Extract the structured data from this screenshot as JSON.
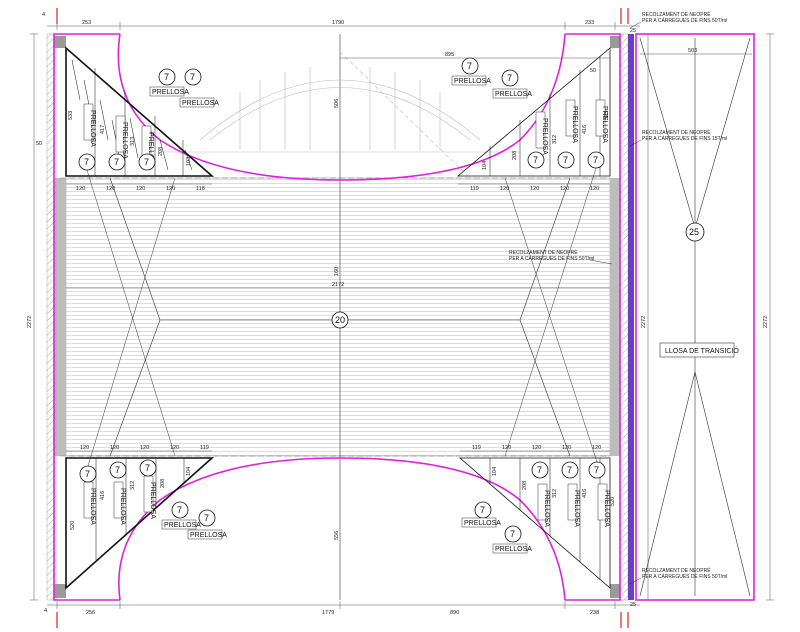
{
  "dimensions": {
    "top_left": "253",
    "top_mid": "1790",
    "top_right": "233",
    "top_span": "895",
    "bottom_left": "256",
    "bottom_mid": "1779",
    "bottom_span": "890",
    "bottom_right": "238",
    "left_height": "2272",
    "right_height_inner": "2272",
    "right_height_outer": "2272",
    "transition_width": "503",
    "center_width": "2172",
    "center_height": "160",
    "arc_top_depth": "506",
    "arc_bottom_depth": "556",
    "edge_50_left": "50",
    "edge_50_right": "50",
    "edge_4": "4",
    "edge_4_bottom": "4",
    "edge_25_top": "25",
    "edge_25_bottom": "25",
    "tl_row": [
      "120",
      "120",
      "120",
      "120",
      "118"
    ],
    "tr_row": [
      "119",
      "120",
      "120",
      "120",
      "120"
    ],
    "bl_row": [
      "120",
      "120",
      "120",
      "120",
      "119"
    ],
    "br_row": [
      "119",
      "120",
      "120",
      "120",
      "120"
    ],
    "tl_depths": [
      "533",
      "417",
      "313",
      "208",
      "103"
    ],
    "tr_depths": [
      "104",
      "208",
      "312",
      "416",
      "523"
    ],
    "bl_depths": [
      "520",
      "416",
      "312",
      "208",
      "104"
    ],
    "br_depths": [
      "104",
      "208",
      "312",
      "416",
      "520"
    ]
  },
  "labels": {
    "prellosa": "PRELLOSA",
    "llosa_transicio": "LLOSA DE TRANSICIÓ",
    "bubble_7": "7",
    "bubble_20": "20",
    "bubble_25": "25"
  },
  "notes": {
    "top_right_l1": "RECOLZAMENT DE NEOPRÈ",
    "top_right_l2": "PER A CÀRREGUES DE FINS 50T/ml",
    "mid_right_l1": "RECOLZAMENT DE NEOPRÈ",
    "mid_right_l2": "PER A CÀRREGUES DE FINS 15T/ml",
    "center_l1": "RECOLZAMENT DE NEOPRÈ",
    "center_l2": "PER A CÀRREGUES DE FINS 50T/ml",
    "bottom_right_l1": "RECOLZAMENT DE NEOPRÈ",
    "bottom_right_l2": "PER A CÀRREGUES DE FINS 50T/ml"
  },
  "colors": {
    "outline": "#e020e0",
    "support": "#6a3fc0",
    "line": "#111111",
    "hatch": "#c8c8c8",
    "grey_band": "#b4b4b4",
    "axis": "#e02020"
  }
}
